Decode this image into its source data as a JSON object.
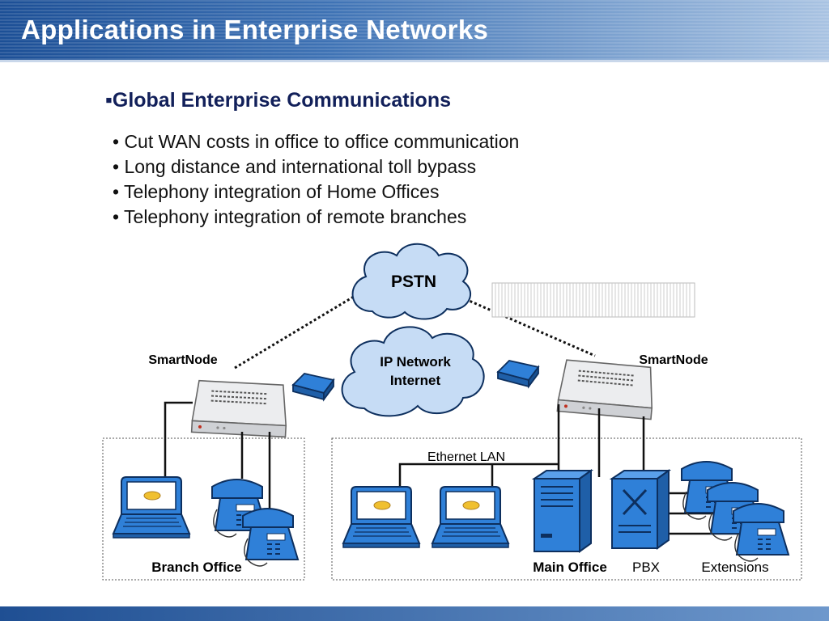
{
  "title": "Applications in Enterprise Networks",
  "heading": "Global Enterprise Communications",
  "bullet_marker": "▪",
  "bullets": [
    "• Cut WAN costs in office to office communication",
    "• Long distance and international toll bypass",
    "• Telephony integration of Home Offices",
    "• Telephony integration of remote branches"
  ],
  "diagram": {
    "pstn": "PSTN",
    "ip_network_line1": "IP Network",
    "ip_network_line2": "Internet",
    "smartnode_left": "SmartNode",
    "smartnode_right": "SmartNode",
    "ethernet_lan": "Ethernet LAN",
    "branch_office": "Branch Office",
    "main_office": "Main Office",
    "pbx": "PBX",
    "extensions": "Extensions"
  },
  "colors": {
    "header_start": "#1c4f96",
    "header_end": "#a9c3e2",
    "heading_text": "#12205a",
    "device_blue": "#2f80d8",
    "cloud_fill": "#c6dcf5"
  }
}
